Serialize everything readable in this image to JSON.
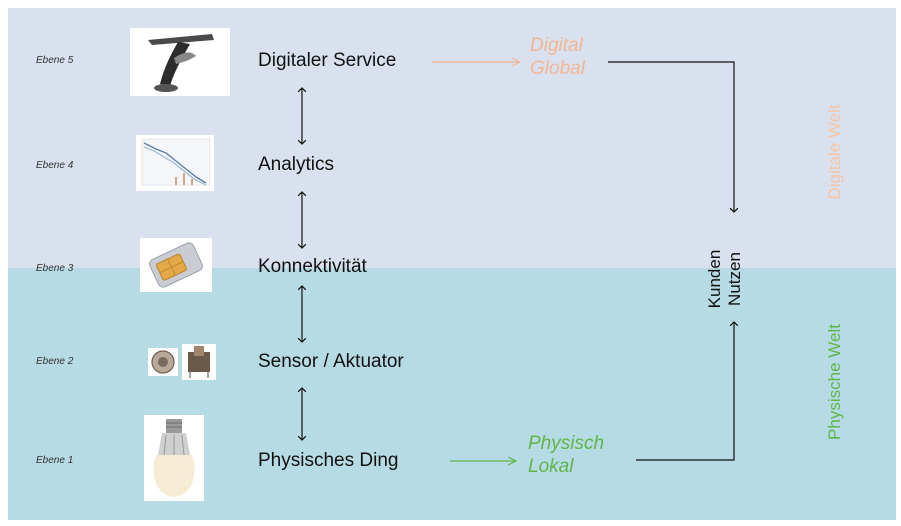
{
  "colors": {
    "digital_band": "#d9e1ef",
    "physical_band": "#b6dbe5",
    "digital_accent": "#f3b592",
    "physical_accent": "#5fb54a"
  },
  "levels": [
    {
      "level": "Ebene 5",
      "label": "Digitaler Service",
      "icon": "smartphone-stand-icon"
    },
    {
      "level": "Ebene 4",
      "label": "Analytics",
      "icon": "line-chart-icon"
    },
    {
      "level": "Ebene 3",
      "label": "Konnektivität",
      "icon": "sim-card-icon"
    },
    {
      "level": "Ebene 2",
      "label": "Sensor / Aktuator",
      "icon": "sensor-actuator-icon"
    },
    {
      "level": "Ebene 1",
      "label": "Physisches Ding",
      "icon": "light-bulb-icon"
    }
  ],
  "outcomes": {
    "digital": {
      "line1": "Digital",
      "line2": "Global"
    },
    "physical": {
      "line1": "Physisch",
      "line2": "Lokal"
    }
  },
  "benefit": {
    "line1": "Kunden",
    "line2": "Nutzen"
  },
  "worlds": {
    "digital": "Digitale Welt",
    "physical": "Physische Welt"
  }
}
